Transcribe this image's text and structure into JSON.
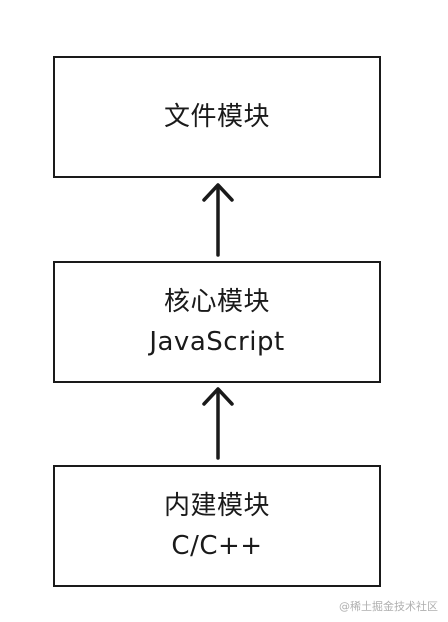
{
  "diagram": {
    "nodes": [
      {
        "id": "file-module",
        "lines": [
          "文件模块"
        ]
      },
      {
        "id": "core-module",
        "lines": [
          "核心模块",
          "JavaScript"
        ]
      },
      {
        "id": "builtin-module",
        "lines": [
          "内建模块",
          "C/C++"
        ]
      }
    ],
    "edges": [
      {
        "from": "core-module",
        "to": "file-module"
      },
      {
        "from": "builtin-module",
        "to": "core-module"
      }
    ]
  },
  "watermark": "@稀土掘金技术社区"
}
